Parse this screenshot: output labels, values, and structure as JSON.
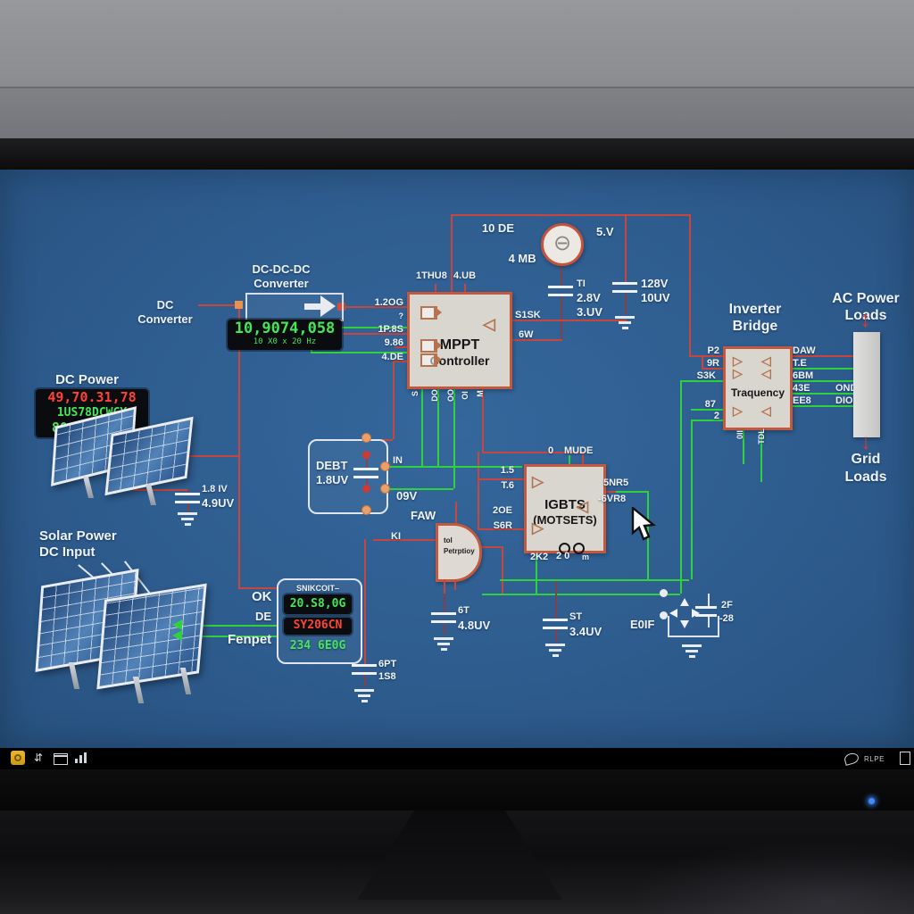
{
  "colors": {
    "screen_bg": "#2e5c8e",
    "wire_red": "#c8463b",
    "wire_green": "#2fd13c",
    "component_fill": "#d9d6d0",
    "component_border": "#c2593f",
    "display_green": "#46e659",
    "display_red": "#ff4334"
  },
  "glyphs": {
    "buf_r": "▷",
    "buf_l": "◁",
    "theta": "⊖",
    "arrow_updown": "↕",
    "arrow_down": "↓"
  },
  "taskbar": {
    "tray_text": "RLPE",
    "icons": [
      "launcher-icon",
      "sort-icon",
      "window-icon",
      "chart-icon",
      "notification-icon",
      "tray-box-icon"
    ]
  },
  "diagram": {
    "titles": {
      "dcdcdc1": "DC-DC-DC",
      "dcdcdc2": "Converter",
      "dcconv1": "DC",
      "dcconv2": "Converter",
      "dcpower": "DC Power",
      "solar1": "Solar Power",
      "solar2": "DC Input",
      "inverter1": "Inverter",
      "inverter2": "Bridge",
      "ac1": "AC Power",
      "ac2": "Loads",
      "grid1": "Grid",
      "grid2": "Loads"
    },
    "conv_display": {
      "line1": "10,9074,058",
      "line2": "10 X0 x 20 Hz"
    },
    "dc_display": {
      "line1": "49,70.31,78",
      "line2": "1US78DCWCY",
      "line3": "80.7S2.0US"
    },
    "panel": {
      "title": "SNIKCOIT–",
      "green": "20.S8,0G",
      "red": "SY206CN",
      "footer": "234 6E0G",
      "ok": "OK",
      "de": "DE",
      "fenpet": "Fenpet"
    },
    "transformer": {
      "left": "10 DE",
      "right": "5.V",
      "bottom": "4 MB"
    },
    "caps": {
      "ti": [
        "TI",
        "2.8V",
        "3.UV"
      ],
      "c128": [
        "128V",
        "10UV"
      ],
      "c18": [
        "1.8 IV",
        "4.9UV"
      ],
      "c6t": [
        "6T",
        "4.8UV"
      ],
      "cst": [
        "ST",
        "3.4UV"
      ],
      "c6pt": [
        "6PT",
        "1S8"
      ],
      "c2f": [
        "2F",
        "-28"
      ]
    },
    "e0if": "E0IF",
    "debt": {
      "name": "DEBT",
      "value": "1.8UV",
      "in": "IN",
      "v": "09V"
    },
    "faw": {
      "label": "FAW",
      "in1": "tol",
      "in2": "Petrptioy",
      "pin": "KI"
    },
    "mppt": {
      "t1": "MPPT",
      "t2": "Controller",
      "top": [
        "1THU8",
        "4.UB"
      ],
      "left": [
        "1.2OG",
        "?",
        "1P.8S",
        "9.86",
        "4.DE"
      ],
      "right": [
        "S1SK",
        "6W"
      ],
      "bottom": [
        "S",
        "DO",
        "OO",
        "OI",
        "M"
      ]
    },
    "igbts": {
      "t1": "IGBTS",
      "t2": "(MOTSETS)",
      "top": [
        "0",
        "MUDE"
      ],
      "left": [
        "1.5",
        "T.6",
        "2OE",
        "S6R"
      ],
      "right": [
        "5NR5",
        "-6VR8"
      ],
      "bottom": [
        "2K2",
        "2 0",
        "m"
      ]
    },
    "inverter": {
      "inner": "Traquency",
      "left": [
        "P2",
        "9R",
        "S3K",
        "87",
        "2"
      ],
      "right": [
        "DAW",
        "T.E",
        "6BM",
        "43E",
        "EE8"
      ],
      "right2": [
        "OND",
        "DIOI6"
      ],
      "bottom": [
        "0II",
        "TDL"
      ]
    }
  }
}
